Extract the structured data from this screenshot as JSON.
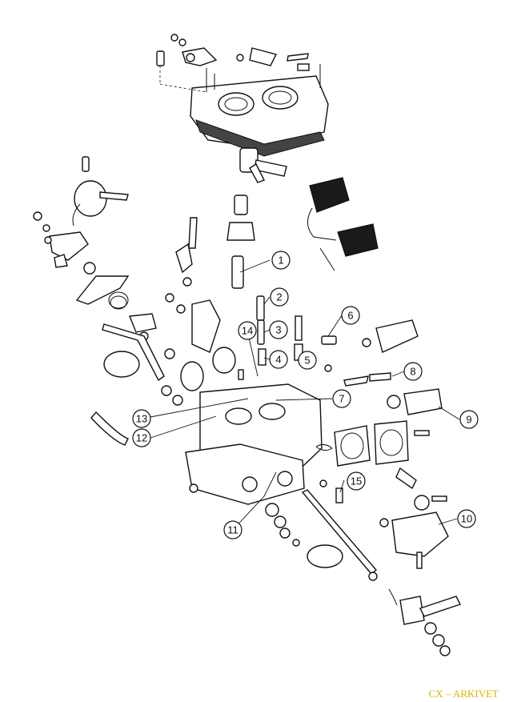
{
  "callouts": [
    {
      "id": "1",
      "label": "1"
    },
    {
      "id": "2",
      "label": "2"
    },
    {
      "id": "3",
      "label": "3"
    },
    {
      "id": "4",
      "label": "4"
    },
    {
      "id": "5",
      "label": "5"
    },
    {
      "id": "6",
      "label": "6"
    },
    {
      "id": "7",
      "label": "7"
    },
    {
      "id": "8",
      "label": "8"
    },
    {
      "id": "9",
      "label": "9"
    },
    {
      "id": "10",
      "label": "10"
    },
    {
      "id": "11",
      "label": "11"
    },
    {
      "id": "12",
      "label": "12"
    },
    {
      "id": "13",
      "label": "13"
    },
    {
      "id": "14",
      "label": "14"
    },
    {
      "id": "15",
      "label": "15"
    }
  ],
  "watermark": "CX – ARKIVET",
  "colors": {
    "ink": "#111111",
    "paper": "#ffffff",
    "watermark": "#d8b400"
  }
}
